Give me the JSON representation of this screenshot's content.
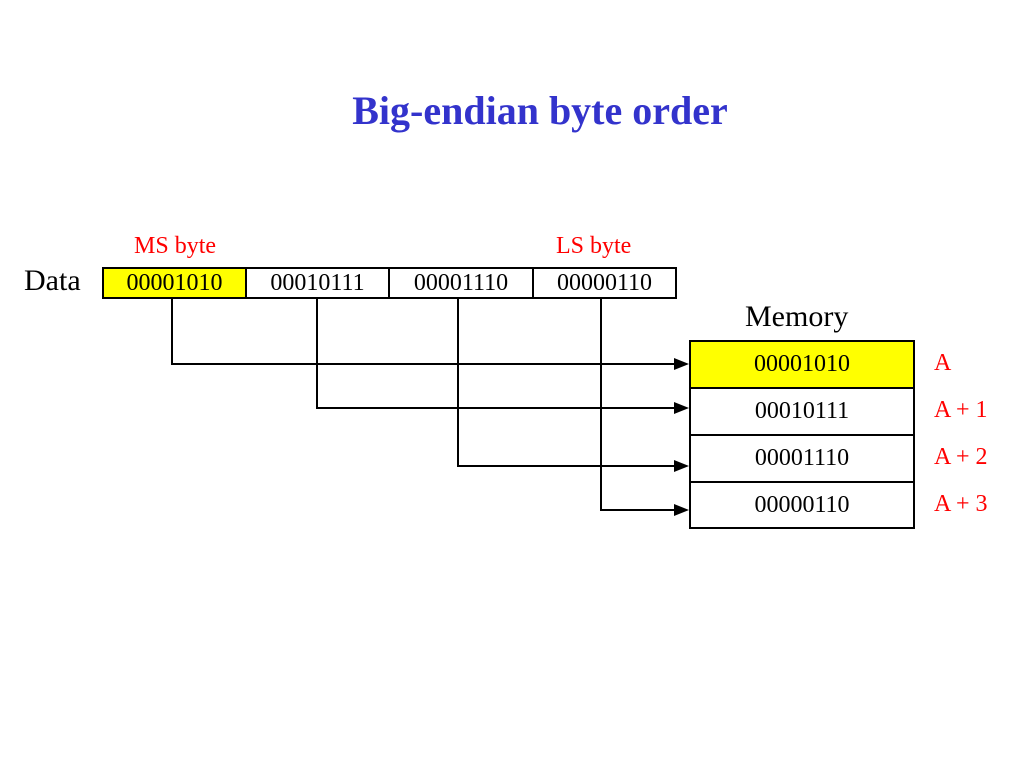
{
  "title": "Big-endian byte order",
  "data_label": "Data",
  "ms_label": "MS byte",
  "ls_label": "LS byte",
  "memory_label": "Memory",
  "data_bytes": [
    "00001010",
    "00010111",
    "00001110",
    "00000110"
  ],
  "memory_bytes": [
    "00001010",
    "00010111",
    "00001110",
    "00000110"
  ],
  "addresses": [
    "A",
    "A + 1",
    "A + 2",
    "A + 3"
  ],
  "colors": {
    "title": "#3333cc",
    "label": "#ff0000",
    "highlight": "#ffff00"
  }
}
